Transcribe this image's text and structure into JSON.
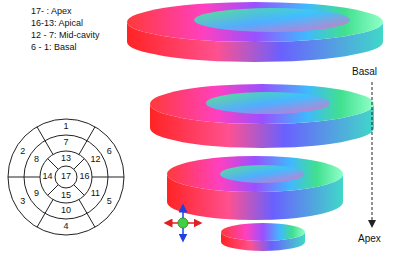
{
  "diagram": {
    "labels": [
      "17- : Apex",
      "16-13: Apical",
      "12 - 7: Mid-cavity",
      "6 - 1: Basal",
      "1",
      "2",
      "3",
      "4",
      "5",
      "6",
      "7",
      "8",
      "9",
      "10",
      "11",
      "12",
      "13",
      "14",
      "15",
      "16",
      "17",
      "Basal",
      "Apex"
    ]
  }
}
